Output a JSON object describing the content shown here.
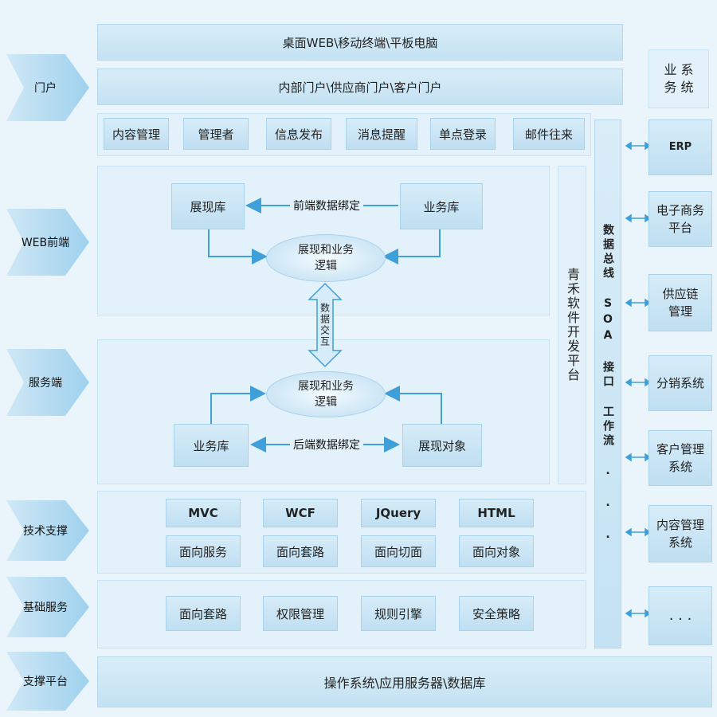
{
  "left_layers": [
    "门户",
    "WEB前端",
    "服务端",
    "技术支撑",
    "基础服务",
    "支撑平台"
  ],
  "top": {
    "row1": "桌面WEB\\移动终端\\平板电脑",
    "row2": "内部门户\\供应商门户\\客户门户",
    "portal_items": [
      "内容管理",
      "管理者",
      "信息发布",
      "消息提醒",
      "单点登录",
      "邮件往来"
    ]
  },
  "web": {
    "display_lib": "展现库",
    "business_lib": "业务库",
    "binding": "前端数据绑定",
    "logic": "展现和业务\n逻辑"
  },
  "exchange": "数据交互",
  "server": {
    "logic": "展现和业务\n逻辑",
    "business_lib": "业务库",
    "binding": "后端数据绑定",
    "display_obj": "展现对象"
  },
  "platform_vertical": "青禾软件开发平台",
  "bus_vertical": "数据总线  SOA  接口  工作流 . . .",
  "tech": {
    "heads": [
      "MVC",
      "WCF",
      "JQuery",
      "HTML"
    ],
    "items": [
      "面向服务",
      "面向套路",
      "面向切面",
      "面向对象"
    ]
  },
  "base": [
    "面向套路",
    "权限管理",
    "规则引擎",
    "安全策略"
  ],
  "bottom": "操作系统\\应用服务器\\数据库",
  "systems_title": "业 系\n务 统",
  "systems": [
    "ERP",
    "电子商务\n平台",
    "供应链\n管理",
    "分销系统",
    "客户管理\n系统",
    "内容管理\n系统",
    ". . ."
  ],
  "colors": {
    "arrow": "#5bb3e3",
    "line": "#3f9fd8",
    "accent": "#bfdff2"
  }
}
